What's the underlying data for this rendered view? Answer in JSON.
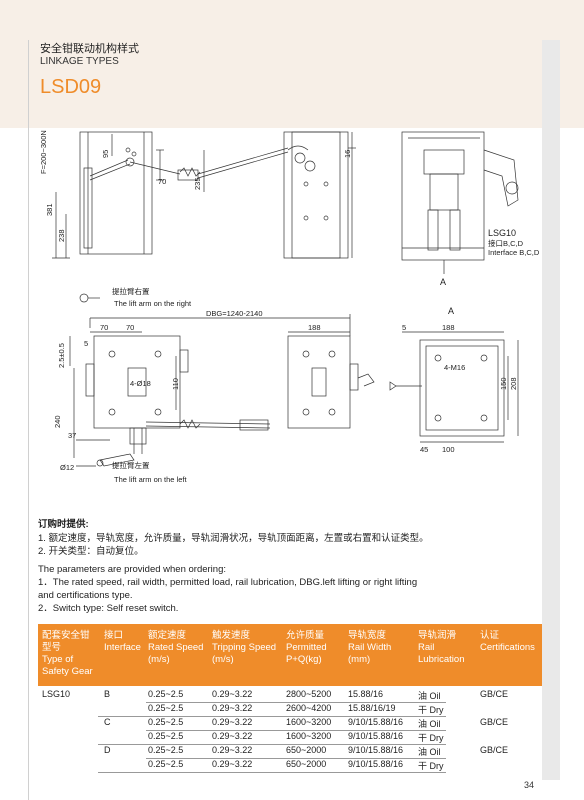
{
  "header": {
    "title_cn": "安全钳联动机构样式",
    "title_en": "LINKAGE TYPES",
    "model": "LSD09"
  },
  "drawing": {
    "labels": {
      "F": "F=200~300N",
      "d95": "95",
      "d70a": "70",
      "d235": "235",
      "d16": "16",
      "d381": "381",
      "d238": "238",
      "lsg10": "LSG10",
      "iface_cn": "接口B,C,D",
      "iface_en": "Interface B,C,D",
      "A1": "A",
      "right_cn": "提拉臂右置",
      "right_en": "The lift arm  on the right",
      "dbg": "DBG=1240-2140",
      "d70b": "70",
      "d70c": "70",
      "d188a": "188",
      "d5a": "5",
      "d188b": "188",
      "A2": "A",
      "d25": "2.5±0.5",
      "d5b": "5",
      "hole18": "4-Ø18",
      "d110": "110",
      "m16": "4-M16",
      "d150": "150",
      "d208": "208",
      "d240": "240",
      "d37": "37",
      "d45": "45",
      "d100": "100",
      "phi12": "Ø12",
      "left_cn": "提拉臂左置",
      "left_en": "The lift arm  on the left"
    }
  },
  "order": {
    "title_cn": "订购时提供:",
    "items_cn": [
      "1. 额定速度，导轨宽度，允许质量，导轨润滑状况，导轨顶面距离，左置或右置和认证类型。",
      "2. 开关类型：自动复位。"
    ],
    "intro_en": "The parameters are provided when ordering:",
    "items_en": [
      "1．The rated speed, rail width, permitted load, rail lubrication, DBG.left lifting or right lifting",
      "and certifications type.",
      "2．Switch type: Self reset switch."
    ]
  },
  "table": {
    "headers": [
      [
        "配套安全钳",
        "型号",
        "Type of",
        "Safety Gear"
      ],
      [
        "接口",
        "Interface"
      ],
      [
        "额定速度",
        "Rated Speed",
        "(m/s)"
      ],
      [
        "触发速度",
        "Tripping Speed",
        "(m/s)"
      ],
      [
        "允许质量",
        "Permitted",
        "P+Q(kg)"
      ],
      [
        "导轨宽度",
        "Rail Width",
        "(mm)"
      ],
      [
        "导轨润滑",
        "Rail",
        "Lubrication"
      ],
      [
        "认证",
        "Certifications"
      ]
    ],
    "rows": [
      [
        "LSG10",
        "B",
        "0.25~2.5",
        "0.29~3.22",
        "2800~5200",
        "15.88/16",
        "油 Oil",
        "GB/CE"
      ],
      [
        "",
        "",
        "0.25~2.5",
        "0.29~3.22",
        "2600~4200",
        "15.88/16/19",
        "干 Dry",
        ""
      ],
      [
        "",
        "C",
        "0.25~2.5",
        "0.29~3.22",
        "1600~3200",
        "9/10/15.88/16",
        "油 Oil",
        "GB/CE"
      ],
      [
        "",
        "",
        "0.25~2.5",
        "0.29~3.22",
        "1600~3200",
        "9/10/15.88/16",
        "干 Dry",
        ""
      ],
      [
        "",
        "D",
        "0.25~2.5",
        "0.29~3.22",
        "650~2000",
        "9/10/15.88/16",
        "油 Oil",
        "GB/CE"
      ],
      [
        "",
        "",
        "0.25~2.5",
        "0.29~3.22",
        "650~2000",
        "9/10/15.88/16",
        "干 Dry",
        ""
      ]
    ]
  },
  "page_number": "34",
  "colors": {
    "accent": "#ef8c2a",
    "band": "#f7efe7"
  }
}
